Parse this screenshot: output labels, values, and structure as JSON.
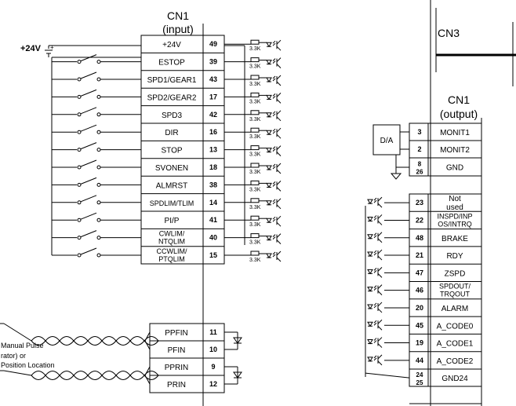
{
  "input_block": {
    "title_line1": "CN1",
    "title_line2": "(input)",
    "supply_label": "+24V",
    "plus_sign": "+",
    "resistor_label": "3.3K",
    "signals": [
      {
        "name": "+24V",
        "pin": "49"
      },
      {
        "name": "ESTOP",
        "pin": "39"
      },
      {
        "name": "SPD1/GEAR1",
        "pin": "43"
      },
      {
        "name": "SPD2/GEAR2",
        "pin": "17"
      },
      {
        "name": "SPD3",
        "pin": "42"
      },
      {
        "name": "DIR",
        "pin": "16"
      },
      {
        "name": "STOP",
        "pin": "13"
      },
      {
        "name": "SVONEN",
        "pin": "18"
      },
      {
        "name": "ALMRST",
        "pin": "38"
      },
      {
        "name": "SPDLIM/TLIM",
        "pin": "14"
      },
      {
        "name": "PI/P",
        "pin": "41"
      },
      {
        "name": "CWLIM/ NTQLIM",
        "pin": "40"
      },
      {
        "name": "CCWLIM/ PTQLIM",
        "pin": "15"
      }
    ]
  },
  "pulse_block": {
    "source_line1": "Manual Pulse",
    "source_line2": "rator)  or",
    "source_line3": "Position Location",
    "signals": [
      {
        "name": "PPFIN",
        "pin": "11"
      },
      {
        "name": "PFIN",
        "pin": "10"
      },
      {
        "name": "PPRIN",
        "pin": "9"
      },
      {
        "name": "PRIN",
        "pin": "12"
      }
    ]
  },
  "cn3": {
    "label": "CN3"
  },
  "output_block": {
    "title_line1": "CN1",
    "title_line2": "(output)",
    "da_label": "D/A",
    "analog": [
      {
        "name": "MONIT1",
        "pin": "3"
      },
      {
        "name": "MONIT2",
        "pin": "2"
      },
      {
        "name": "GND",
        "pin_a": "8",
        "pin_b": "26"
      }
    ],
    "digital": [
      {
        "name": "Not used",
        "pin": "23"
      },
      {
        "name": "INSPD/INP OS/INTRQ",
        "pin": "22"
      },
      {
        "name": "BRAKE",
        "pin": "48"
      },
      {
        "name": "RDY",
        "pin": "21"
      },
      {
        "name": "ZSPD",
        "pin": "47"
      },
      {
        "name": "SPDOUT/ TRQOUT",
        "pin": "46"
      },
      {
        "name": "ALARM",
        "pin": "20"
      },
      {
        "name": "A_CODE0",
        "pin": "45"
      },
      {
        "name": "A_CODE1",
        "pin": "19"
      },
      {
        "name": "A_CODE2",
        "pin": "44"
      },
      {
        "name": "GND24",
        "pin_a": "24",
        "pin_b": "25"
      }
    ]
  }
}
